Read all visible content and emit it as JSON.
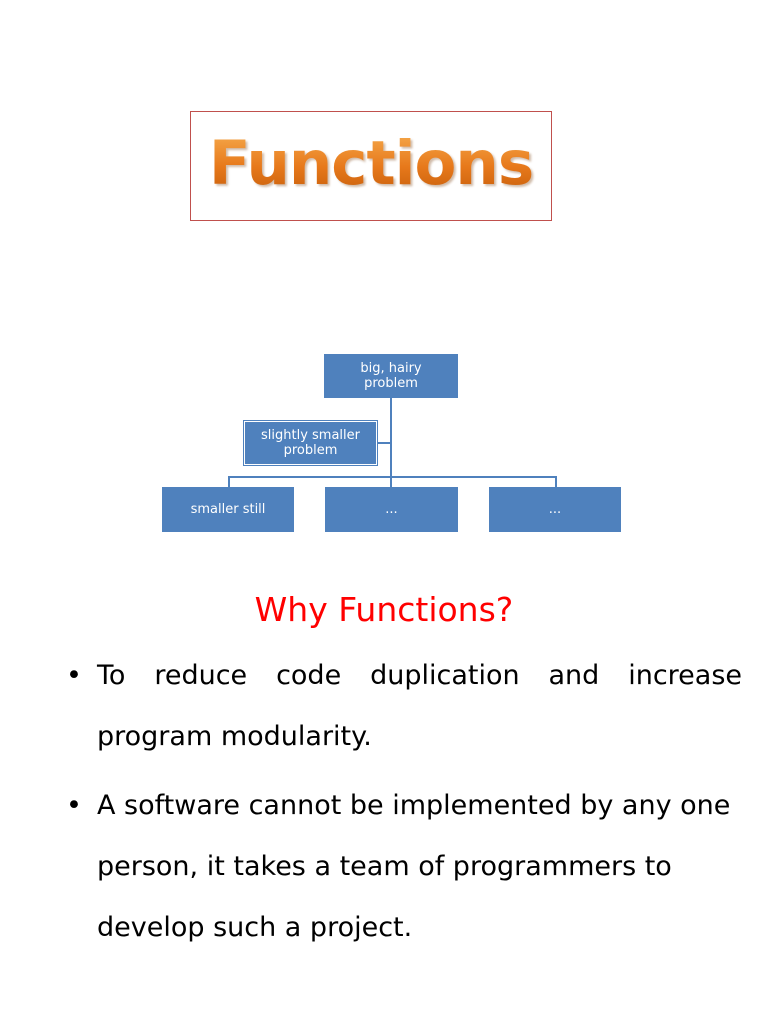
{
  "title": "Functions",
  "diagram": {
    "root": "big, hairy\nproblem",
    "middle": "slightly smaller\nproblem",
    "leaves": [
      "smaller still",
      "...",
      "..."
    ]
  },
  "subtitle": "Why Functions?",
  "bullets": [
    "To reduce code duplication and increase program modularity.",
    "A software cannot be implemented by any one person, it takes a team of programmers to develop such a project."
  ],
  "colors": {
    "title_orange": "#e87d1e",
    "title_border": "#c0504d",
    "node_blue": "#4f81bd",
    "subtitle_red": "#ff0000"
  }
}
